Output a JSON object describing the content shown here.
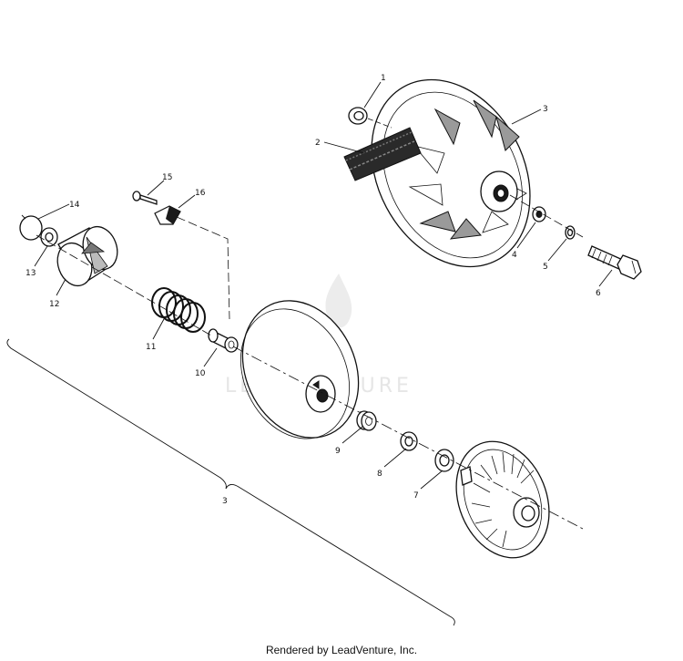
{
  "watermark": {
    "text": "LEADVENTURE"
  },
  "callouts": [
    {
      "id": "1",
      "label": "1"
    },
    {
      "id": "2",
      "label": "2"
    },
    {
      "id": "3a",
      "label": "3"
    },
    {
      "id": "4",
      "label": "4"
    },
    {
      "id": "5",
      "label": "5"
    },
    {
      "id": "6",
      "label": "6"
    },
    {
      "id": "7",
      "label": "7"
    },
    {
      "id": "8",
      "label": "8"
    },
    {
      "id": "9",
      "label": "9"
    },
    {
      "id": "10",
      "label": "10"
    },
    {
      "id": "11",
      "label": "11"
    },
    {
      "id": "12",
      "label": "12"
    },
    {
      "id": "13",
      "label": "13"
    },
    {
      "id": "14",
      "label": "14"
    },
    {
      "id": "15",
      "label": "15"
    },
    {
      "id": "16",
      "label": "16"
    },
    {
      "id": "3b",
      "label": "3"
    }
  ],
  "footer": {
    "text": "Rendered by LeadVenture, Inc."
  }
}
